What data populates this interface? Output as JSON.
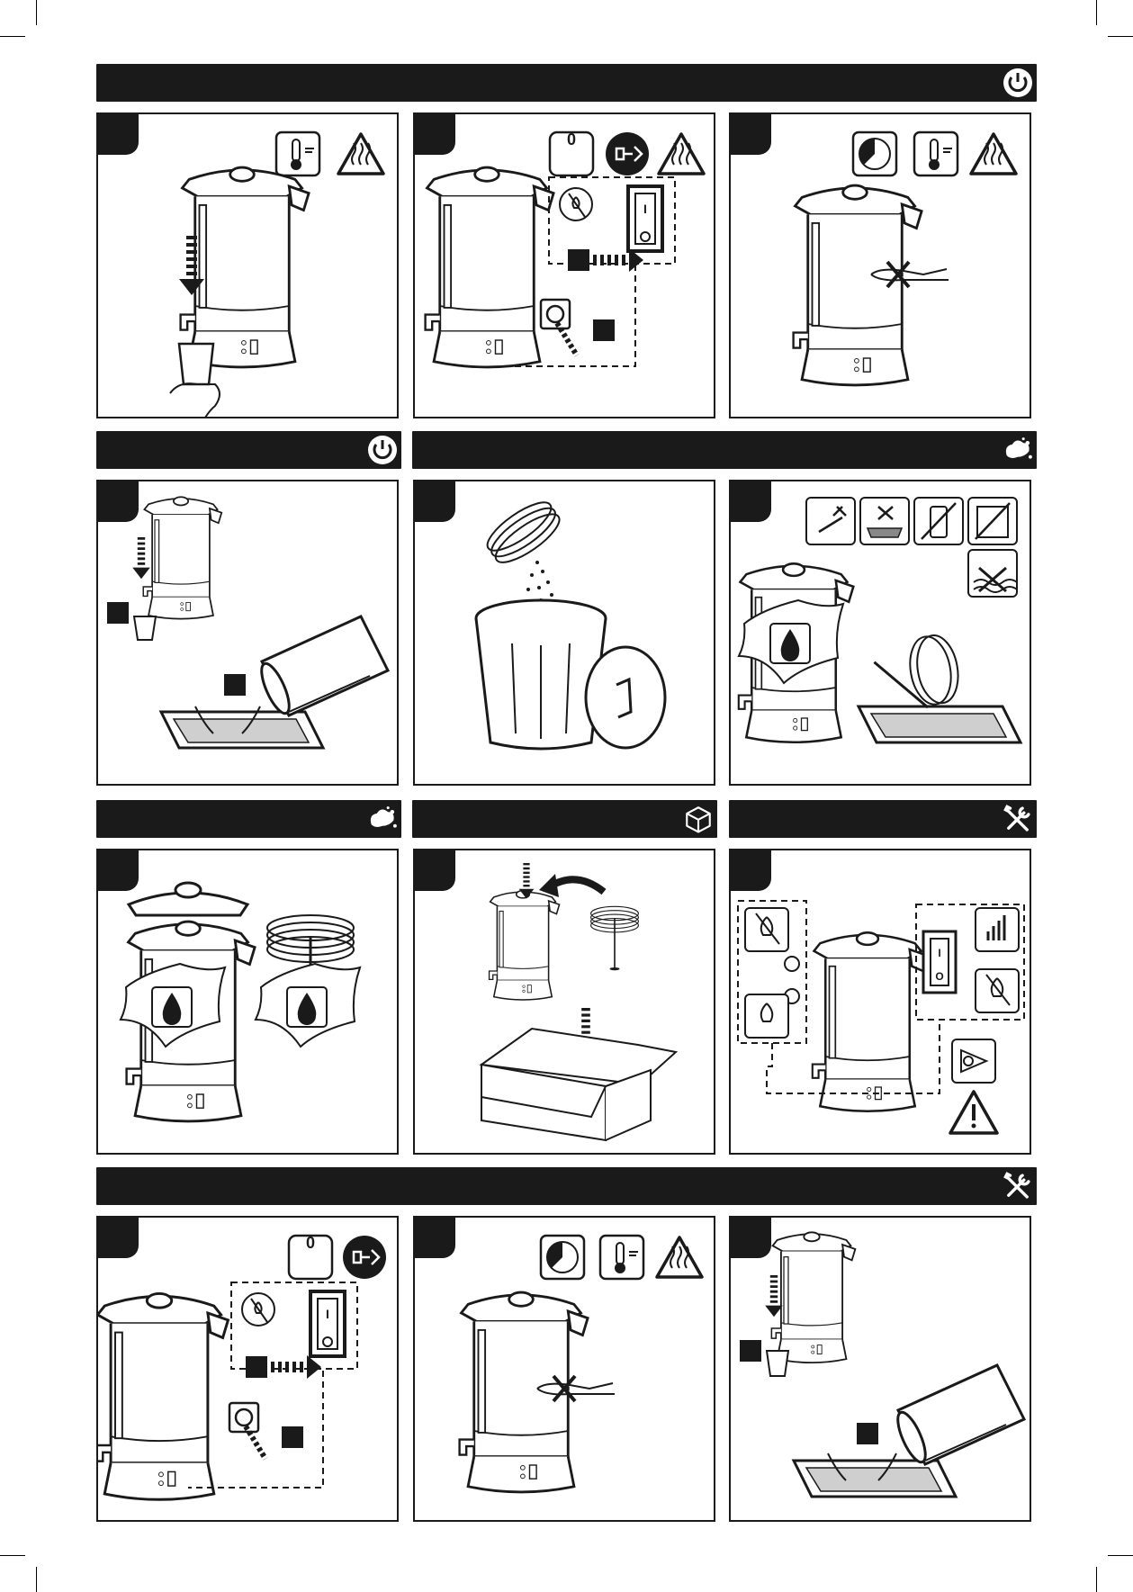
{
  "colors": {
    "ink": "#1a1a1a",
    "paper": "#ffffff",
    "water": "#bdbdbd"
  },
  "icons": {
    "section_1": "power-icon",
    "section_2": "power-icon",
    "section_3": "cleaning-icon",
    "section_4": "cleaning-icon",
    "section_5": "box-icon",
    "section_6": "tools-icon",
    "section_7": "tools-icon"
  },
  "labels": {
    "switch_zero": "0",
    "switch_one": "I",
    "switch_off": "O"
  }
}
